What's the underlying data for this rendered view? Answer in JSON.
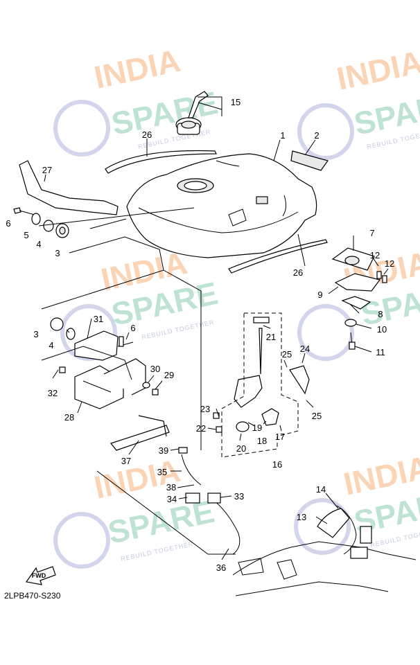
{
  "diagram_code": "2LPB470-S230",
  "fwd_label": "FWD",
  "watermark": {
    "line1": "INDIA",
    "line2": "SPARE",
    "tagline": "REBUILD TOGETHER",
    "colors": {
      "india": "#f7b27a",
      "spare": "#7fc9a8",
      "icon": "#8f97cc"
    }
  },
  "parts": [
    {
      "id": "p1",
      "label": "1"
    },
    {
      "id": "p2",
      "label": "2"
    },
    {
      "id": "p3a",
      "label": "3"
    },
    {
      "id": "p3b",
      "label": "3"
    },
    {
      "id": "p4a",
      "label": "4"
    },
    {
      "id": "p4b",
      "label": "4"
    },
    {
      "id": "p5",
      "label": "5"
    },
    {
      "id": "p6a",
      "label": "6"
    },
    {
      "id": "p6b",
      "label": "6"
    },
    {
      "id": "p7",
      "label": "7"
    },
    {
      "id": "p8",
      "label": "8"
    },
    {
      "id": "p9",
      "label": "9"
    },
    {
      "id": "p10",
      "label": "10"
    },
    {
      "id": "p11",
      "label": "11"
    },
    {
      "id": "p12a",
      "label": "12"
    },
    {
      "id": "p12b",
      "label": "12"
    },
    {
      "id": "p13",
      "label": "13"
    },
    {
      "id": "p14",
      "label": "14"
    },
    {
      "id": "p15",
      "label": "15"
    },
    {
      "id": "p16",
      "label": "16"
    },
    {
      "id": "p17",
      "label": "17"
    },
    {
      "id": "p18",
      "label": "18"
    },
    {
      "id": "p19",
      "label": "19"
    },
    {
      "id": "p20",
      "label": "20"
    },
    {
      "id": "p21",
      "label": "21"
    },
    {
      "id": "p22",
      "label": "22"
    },
    {
      "id": "p23",
      "label": "23"
    },
    {
      "id": "p24",
      "label": "24"
    },
    {
      "id": "p25a",
      "label": "25"
    },
    {
      "id": "p25b",
      "label": "25"
    },
    {
      "id": "p26a",
      "label": "26"
    },
    {
      "id": "p26b",
      "label": "26"
    },
    {
      "id": "p27",
      "label": "27"
    },
    {
      "id": "p28",
      "label": "28"
    },
    {
      "id": "p29",
      "label": "29"
    },
    {
      "id": "p30",
      "label": "30"
    },
    {
      "id": "p31",
      "label": "31"
    },
    {
      "id": "p32",
      "label": "32"
    },
    {
      "id": "p33",
      "label": "33"
    },
    {
      "id": "p34",
      "label": "34"
    },
    {
      "id": "p35",
      "label": "35"
    },
    {
      "id": "p36",
      "label": "36"
    },
    {
      "id": "p37",
      "label": "37"
    },
    {
      "id": "p38",
      "label": "38"
    },
    {
      "id": "p39",
      "label": "39"
    }
  ]
}
